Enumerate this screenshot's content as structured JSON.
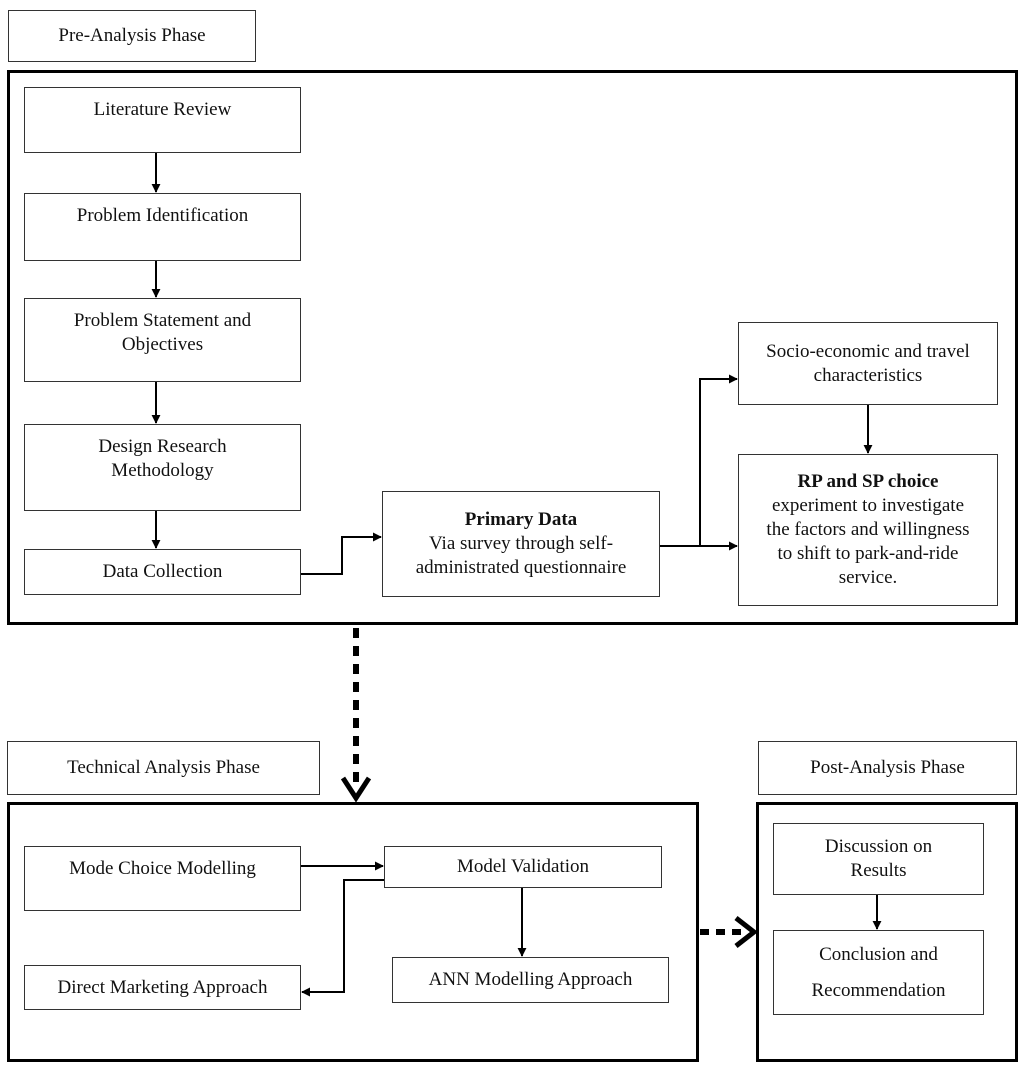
{
  "phases": {
    "pre": "Pre-Analysis Phase",
    "technical": "Technical Analysis Phase",
    "post": "Post-Analysis Phase"
  },
  "pre_steps": {
    "literature_review": "Literature Review",
    "problem_identification": "Problem Identification",
    "problem_statement_line1": "Problem Statement and",
    "problem_statement_line2": "Objectives",
    "design_line1": "Design Research",
    "design_line2": "Methodology",
    "data_collection": "Data Collection"
  },
  "primary_data": {
    "title": "Primary Data",
    "line1": "Via survey through self-",
    "line2": "administrated questionnaire"
  },
  "socio": {
    "line1": "Socio-economic and travel",
    "line2": "characteristics"
  },
  "rp_sp": {
    "title": "RP and SP choice",
    "line1": "experiment to investigate",
    "line2": "the factors and willingness",
    "line3": "to shift to park-and-ride",
    "line4": "service."
  },
  "technical_steps": {
    "mode_choice": "Mode Choice Modelling",
    "model_validation": "Model Validation",
    "direct_marketing": "Direct Marketing Approach",
    "ann": "ANN Modelling Approach"
  },
  "post_steps": {
    "discussion_line1": "Discussion on",
    "discussion_line2": "Results",
    "conclusion_line1": "Conclusion and",
    "conclusion_line2": "Recommendation"
  }
}
